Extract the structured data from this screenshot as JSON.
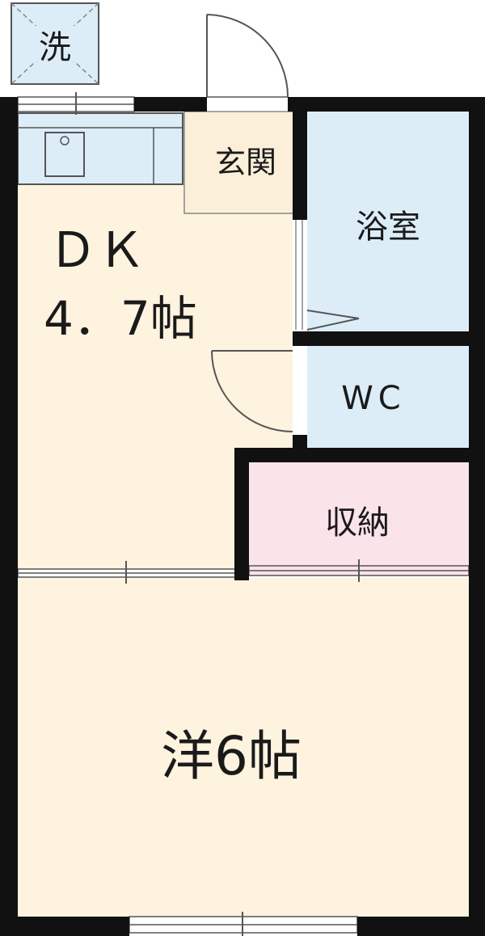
{
  "rooms": {
    "washer": {
      "label": "洗",
      "fill": "#dcedf8"
    },
    "entrance": {
      "label": "玄関",
      "fill": "#fbefd9"
    },
    "dk": {
      "label": "ＤＫ",
      "size": "4．7帖",
      "fill": "#fdf3df"
    },
    "bath": {
      "label": "浴室",
      "fill": "#dcedf8"
    },
    "wc": {
      "label": "WC",
      "fill": "#dcedf8"
    },
    "storage": {
      "label": "収納",
      "fill": "#fbe3ea"
    },
    "western": {
      "label": "洋6帖",
      "fill": "#fdf3df"
    }
  },
  "colors": {
    "wall": "#111111",
    "line": "#555555"
  }
}
